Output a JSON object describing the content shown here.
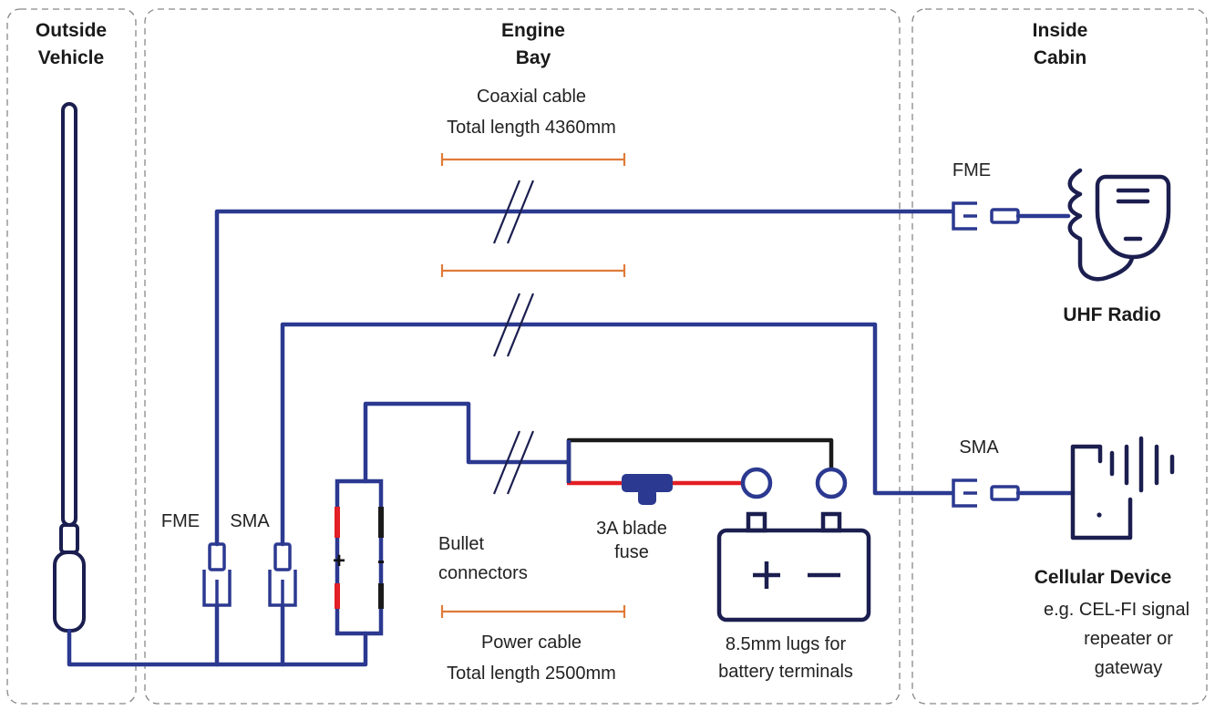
{
  "zones": {
    "outside": [
      "Outside",
      "Vehicle"
    ],
    "engine": [
      "Engine",
      "Bay"
    ],
    "cabin": [
      "Inside",
      "Cabin"
    ]
  },
  "coax": {
    "title": "Coaxial cable",
    "length": "Total length 4360mm"
  },
  "power": {
    "title": "Power cable",
    "length": "Total length 2500mm"
  },
  "connectors": {
    "fme_engine": "FME",
    "sma_engine": "SMA",
    "fme_cabin": "FME",
    "sma_cabin": "SMA",
    "bullet": [
      "Bullet",
      "connectors"
    ],
    "plus": "+",
    "minus": "-"
  },
  "fuse": [
    "3A blade",
    "fuse"
  ],
  "lugs": [
    "8.5mm lugs for",
    "battery terminals"
  ],
  "radio": {
    "name": "UHF Radio"
  },
  "cellular": {
    "name": "Cellular Device",
    "desc": [
      "e.g. CEL-FI signal",
      "repeater or",
      "gateway"
    ]
  },
  "colors": {
    "cable": "#2b3990",
    "device": "#1b1e4f",
    "dimension": "#e07b39",
    "positive": "#e31e24",
    "negative": "#1a1a1a",
    "zone_border": "#888888"
  }
}
